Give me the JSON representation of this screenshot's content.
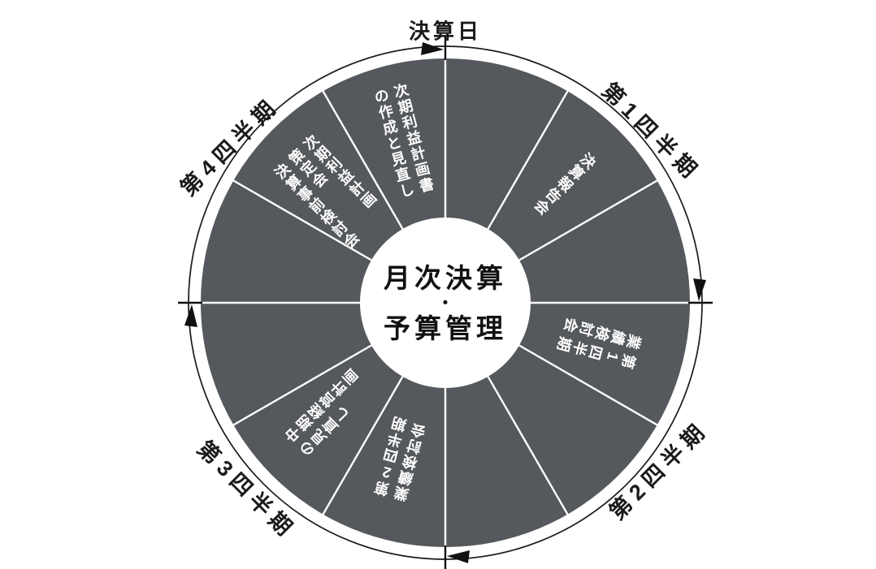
{
  "wheel": {
    "top_label": "決算日",
    "center": {
      "line1": "月次決算",
      "separator": "・",
      "line2": "予算管理"
    },
    "quarters": [
      {
        "label": "第1四半期"
      },
      {
        "label": "第2四半期"
      },
      {
        "label": "第3四半期"
      },
      {
        "label": "第4四半期"
      }
    ],
    "segments": [
      {
        "arc_deg": "0-30",
        "columns": []
      },
      {
        "arc_deg": "30-60",
        "columns": [
          "決算報告会"
        ]
      },
      {
        "arc_deg": "60-90",
        "columns": []
      },
      {
        "arc_deg": "90-120",
        "columns": [
          "第1四半期",
          "業績検討会"
        ]
      },
      {
        "arc_deg": "120-150",
        "columns": []
      },
      {
        "arc_deg": "150-180",
        "columns": []
      },
      {
        "arc_deg": "180-210",
        "columns": [
          "第2四半期",
          "業績検討会"
        ]
      },
      {
        "arc_deg": "210-240",
        "columns": [
          "中期経営計画",
          "の見直し"
        ]
      },
      {
        "arc_deg": "240-270",
        "columns": []
      },
      {
        "arc_deg": "270-300",
        "columns": []
      },
      {
        "arc_deg": "300-330",
        "columns": [
          "次期利益計画",
          "策定会",
          "決算事前検討会"
        ]
      },
      {
        "arc_deg": "330-360",
        "columns": [
          "次期利益計画書",
          "の作成と見直し"
        ]
      }
    ],
    "colors": {
      "segment_fill": "#55585C",
      "divider": "#FFFFFF",
      "segment_text": "#FFFFFF",
      "outline": "#1A1A1A",
      "marker": "#111111"
    }
  }
}
